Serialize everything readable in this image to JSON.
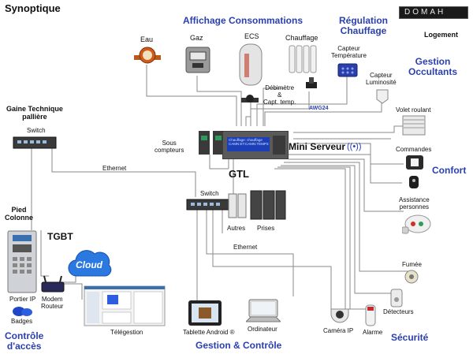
{
  "title": "Synoptique",
  "logo_text": "DOMAH",
  "sections": {
    "affichage": "Affichage Consommations",
    "regulation": "Régulation\nChauffage",
    "logement": "Logement",
    "occultants": "Gestion\nOccultants",
    "confort": "Confort",
    "securite": "Sécurité",
    "gestion": "Gestion & Contrôle",
    "controle": "Contrôle\nd'accès"
  },
  "labels": {
    "eau": "Eau",
    "gaz": "Gaz",
    "ecs": "ECS",
    "chauffage": "Chauffage",
    "capteur_temp": "Capteur\nTempérature",
    "capteur_lum": "Capteur\nLuminosité",
    "debimetre": "Débimètre\n&\nCapt. temp.",
    "awg": "AWG24",
    "gaine": "Gaine Technique\npallière",
    "switch1": "Switch",
    "sous_compteurs": "Sous\ncompteurs",
    "mini_serveur": "Mini Serveur",
    "gtl": "GTL",
    "ethernet1": "Ethernet",
    "switch2": "Switch",
    "autres": "Autres",
    "prises": "Prises",
    "ethernet2": "Ethernet",
    "volet": "Volet roulant",
    "commandes": "Commandes",
    "assistance": "Assistance\npersonnes",
    "fumee": "Fumée",
    "detecteurs": "Détecteurs",
    "pied_colonne": "Pied\nColonne",
    "tgbt": "TGBT",
    "cloud": "Cloud",
    "portier": "Portier IP",
    "badges": "Badges",
    "modem": "Modem\nRouteur",
    "telegestion": "Télégestion",
    "tablette": "Tablette Android ®",
    "ordinateur": "Ordinateur",
    "camera": "Caméra IP",
    "alarme": "Alarme"
  },
  "lcd_text": "Chauffage: chauffage\nCAMN:ET:CAMN:TEMP3",
  "colors": {
    "section_blue": "#2a3fb0",
    "wire": "#7a7a7a",
    "cloud": "#1e66d6"
  }
}
